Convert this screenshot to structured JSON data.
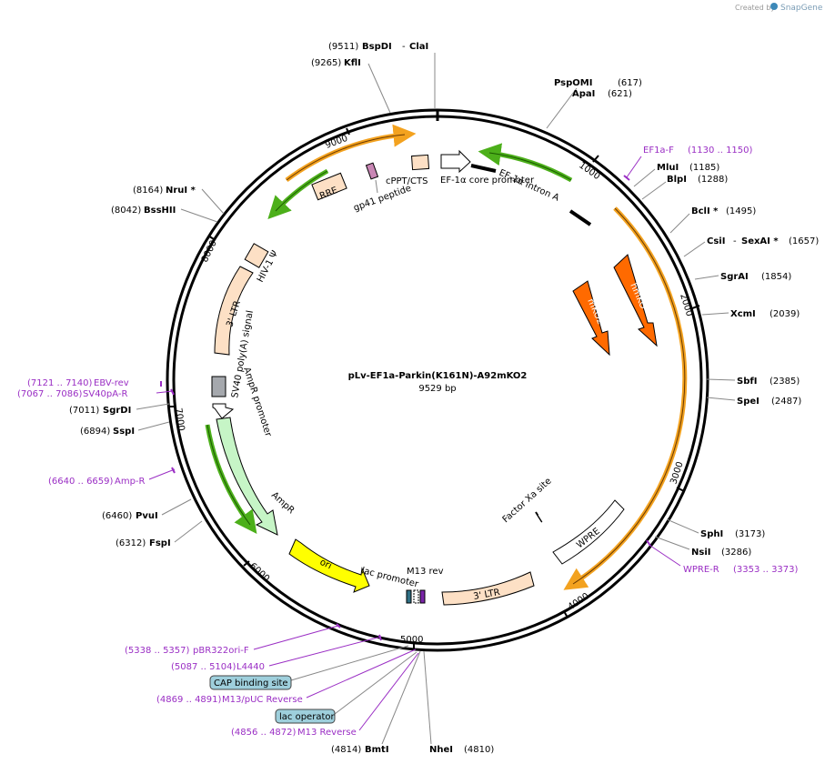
{
  "header": {
    "created_by": "Created by",
    "brand": "SnapGene"
  },
  "plasmid": {
    "name": "pLv-EF1a-Parkin(K161N)-A92mKO2",
    "length": "9529 bp"
  },
  "ticks": [
    "1000",
    "2000",
    "3000",
    "4000",
    "5000",
    "6000",
    "7000",
    "8000",
    "9000"
  ],
  "features": {
    "rre": "RRE",
    "gp41": "gp41 peptide",
    "cppt": "cPPT/CTS",
    "ef1a_core": "EF-1α core promoter",
    "ef1a_intron": "EF-1α intron A",
    "hmko": "hmKO",
    "mko2": "mKO2",
    "hiv_psi": "HIV-1 Ψ",
    "ltr3_left": "3' LTR",
    "sv40_polya": "SV40 poly(A) signal",
    "ampr_promoter": "AmpR promoter",
    "ampr": "AmpR",
    "ori": "ori",
    "lac_promoter": "lac promoter",
    "m13rev": "M13 rev",
    "ltr3_bottom": "3' LTR",
    "wpre": "WPRE",
    "factor_xa": "Factor Xa site"
  },
  "sites_right": [
    {
      "name": "PspOMI",
      "pos": "(617)"
    },
    {
      "name": "ApaI",
      "pos": "(621)"
    },
    {
      "name": "MluI",
      "pos": "(1185)"
    },
    {
      "name": "BlpI",
      "pos": "(1288)"
    },
    {
      "name": "BclI *",
      "pos": "(1495)"
    },
    {
      "name": "CsiI",
      "sep": "- ",
      "name2": "SexAI *",
      "pos": "(1657)"
    },
    {
      "name": "SgrAI",
      "pos": "(1854)"
    },
    {
      "name": "XcmI",
      "pos": "(2039)"
    },
    {
      "name": "SbfI",
      "pos": "(2385)"
    },
    {
      "name": "SpeI",
      "pos": "(2487)"
    },
    {
      "name": "SphI",
      "pos": "(3173)"
    },
    {
      "name": "NsiI",
      "pos": "(3286)"
    }
  ],
  "sites_left": [
    {
      "pos": "(9511)",
      "name": "BspDI",
      "sep": "- ",
      "name2": "ClaI"
    },
    {
      "pos": "(9265)",
      "name": "KflI"
    },
    {
      "pos": "(8164)",
      "name": "NruI *"
    },
    {
      "pos": "(8042)",
      "name": "BssHII"
    },
    {
      "pos": "(7011)",
      "name": "SgrDI"
    },
    {
      "pos": "(6894)",
      "name": "SspI"
    },
    {
      "pos": "(6460)",
      "name": "PvuI"
    },
    {
      "pos": "(6312)",
      "name": "FspI"
    }
  ],
  "sites_bottom": [
    {
      "pos": "(4814)",
      "name": "BmtI"
    },
    {
      "name": "NheI",
      "pos": "(4810)"
    }
  ],
  "primers": {
    "ef1a_f": {
      "name": "EF1a-F",
      "range": "(1130 .. 1150)"
    },
    "wpre_r": {
      "name": "WPRE-R",
      "range": "(3353 .. 3373)"
    },
    "ebv_rev": {
      "range": "(7121 .. 7140)",
      "name": "EBV-rev"
    },
    "sv40pa_r": {
      "range": "(7067 .. 7086)",
      "name": "SV40pA-R"
    },
    "amp_r": {
      "range": "(6640 .. 6659)",
      "name": "Amp-R"
    },
    "pbr322": {
      "range": "(5338 .. 5357)",
      "name": "pBR322ori-F"
    },
    "l4440": {
      "range": "(5087 .. 5104)",
      "name": "L4440"
    },
    "m13puc": {
      "range": "(4869 .. 4891)",
      "name": "M13/pUC Reverse"
    },
    "m13rev": {
      "range": "(4856 .. 4872)",
      "name": "M13 Reverse"
    }
  },
  "boxes": {
    "cap": "CAP binding site",
    "lacop": "lac operator"
  },
  "colors": {
    "backbone": "#000000",
    "primer": "#9a2ec4",
    "orange_feature": "#ff6a00",
    "ltr_fill": "#fde0c5",
    "ampr_fill": "#c6f5c6",
    "ori_fill": "#ffff00",
    "green_arrow": "#4caf1a",
    "gold_arrow": "#f3a21f",
    "box_fill": "#9ecfdc"
  }
}
